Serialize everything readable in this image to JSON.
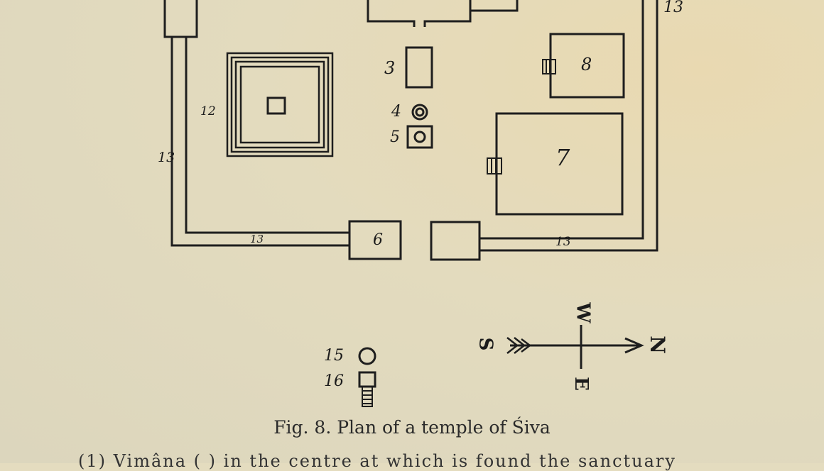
{
  "plan": {
    "labels": {
      "l3": "3",
      "l4": "4",
      "l5": "5",
      "l6": "6",
      "l7": "7",
      "l8": "8",
      "l12": "12",
      "l13_left": "13",
      "l13_bottom_left": "13",
      "l13_bottom_right": "13",
      "l13_top_right": "13",
      "l15": "15",
      "l16": "16"
    }
  },
  "compass": {
    "north": "N",
    "south": "S",
    "east": "E",
    "west": "W"
  },
  "caption": "Fig. 8.  Plan of a temple of Śiva",
  "cut_text": "(1) Vimâna (  ) in the centre at which is found the sanctuary"
}
